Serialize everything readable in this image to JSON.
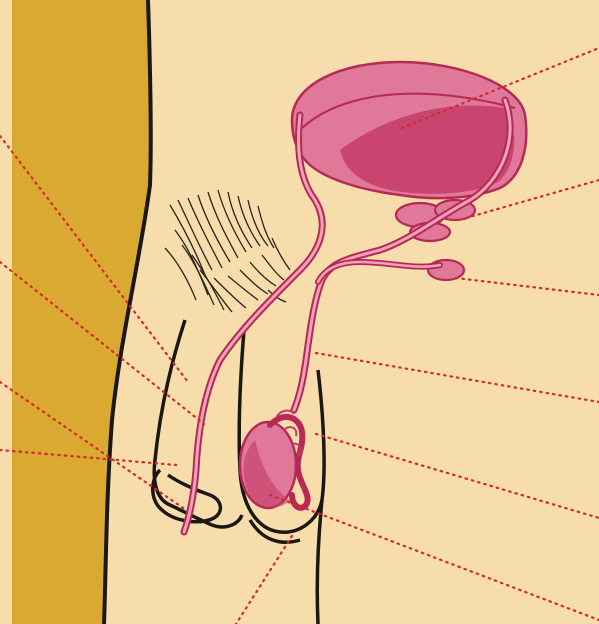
{
  "colors": {
    "background": "#f7ddab",
    "leg": "#d9a932",
    "outline": "#1a1714",
    "organ_fill": "#e0789a",
    "organ_dark": "#c33865",
    "organ_stroke": "#b52a55",
    "leader_dots": "#d42a2a"
  },
  "leader_lines": [
    {
      "id": "bladder"
    },
    {
      "id": "seminal-vesicle"
    },
    {
      "id": "prostate"
    },
    {
      "id": "vas-deferens"
    },
    {
      "id": "epididymis"
    },
    {
      "id": "testicle"
    },
    {
      "id": "scrotum"
    },
    {
      "id": "pubic-hair"
    },
    {
      "id": "penis-shaft"
    },
    {
      "id": "urethra"
    },
    {
      "id": "glans"
    }
  ]
}
